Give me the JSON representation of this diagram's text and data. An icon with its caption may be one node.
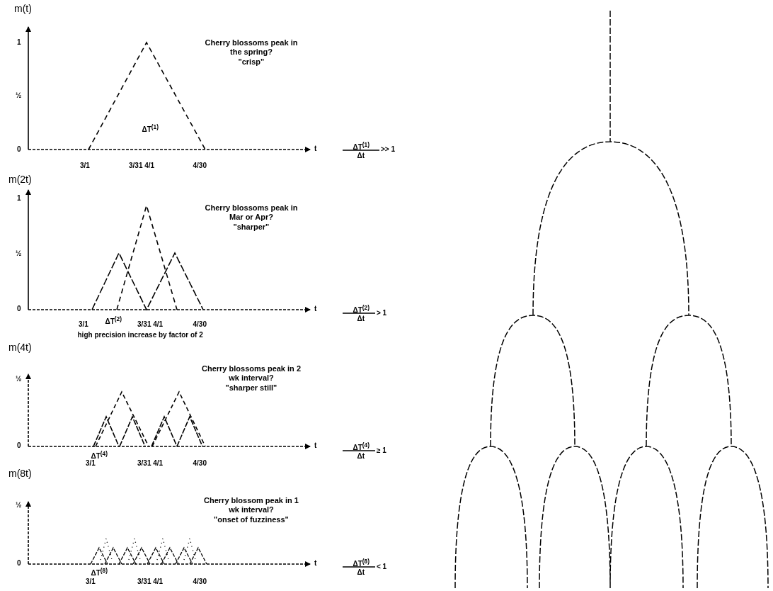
{
  "diagram": {
    "labels": [
      "m(t)",
      "1",
      "½",
      "0",
      "Cherry blossoms peak in the spring?",
      "\"crisp\"",
      "ΔT$^{(1)}$",
      "t",
      "ΔT$^{(1)}$",
      "Δt",
      ">> 1",
      "3/1",
      "3/31 4/1",
      "4/30",
      "m(2t)",
      "1",
      "½",
      "0",
      "Cherry blossoms peak in Mar or Apr?",
      "\"sharper\"",
      "t",
      "ΔT$^{(2)}$",
      "Δt",
      "> 1",
      "3/1",
      "ΔT$^{(2)}$",
      "3/31 4/1",
      "4/30",
      "high precision increase by factor of 2",
      "m(4t)",
      "½",
      "0",
      "Cherry blossoms peak in 2 wk interval?",
      "\"sharper still\"",
      "t",
      "ΔT$^{(4)}$",
      "Δt",
      "≥ 1",
      "ΔT$^{(4)}$",
      "3/1",
      "3/31 4/1",
      "4/30",
      "m(8t)",
      "½",
      "0",
      "Cherry blossom peak in 1 wk interval?",
      "\"onset of fuzziness\"",
      "t",
      "ΔT$^{(8)}$",
      "Δt",
      "< 1",
      "ΔT$^{(8)}$",
      "3/1",
      "3/31 4/1",
      "4/30"
    ]
  }
}
